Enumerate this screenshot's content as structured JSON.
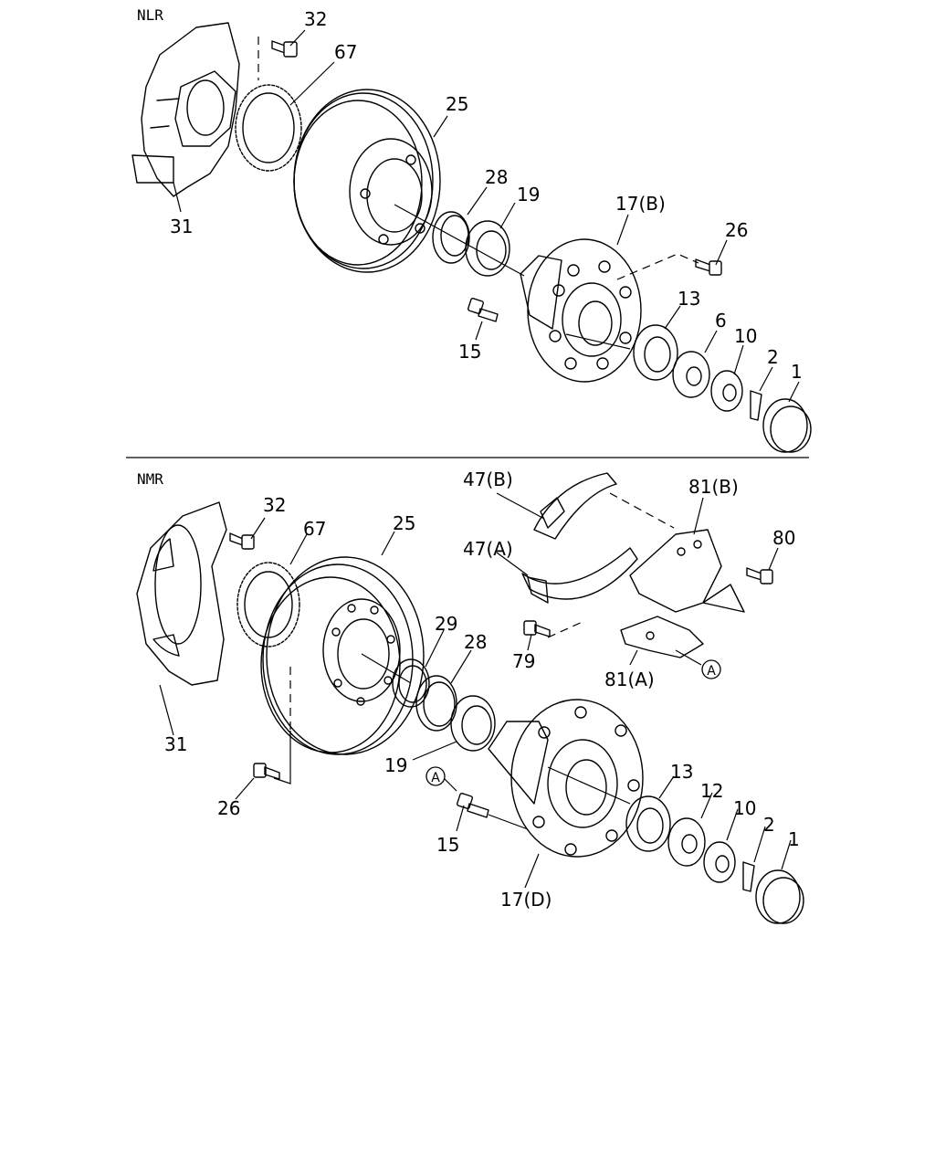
{
  "sections": [
    {
      "id": "upper",
      "name": "NLR"
    },
    {
      "id": "lower",
      "name": "NMR"
    }
  ],
  "callouts": {
    "upper": [
      "32",
      "67",
      "25",
      "28",
      "19",
      "17(B)",
      "26",
      "13",
      "6",
      "10",
      "2",
      "1",
      "15",
      "31"
    ],
    "lower": [
      "32",
      "67",
      "25",
      "47(B)",
      "81(B)",
      "80",
      "47(A)",
      "29",
      "28",
      "79",
      "81(A)",
      "31",
      "19",
      "13",
      "12",
      "10",
      "2",
      "1",
      "26",
      "15",
      "17(D)"
    ]
  },
  "reference_marker": "A"
}
